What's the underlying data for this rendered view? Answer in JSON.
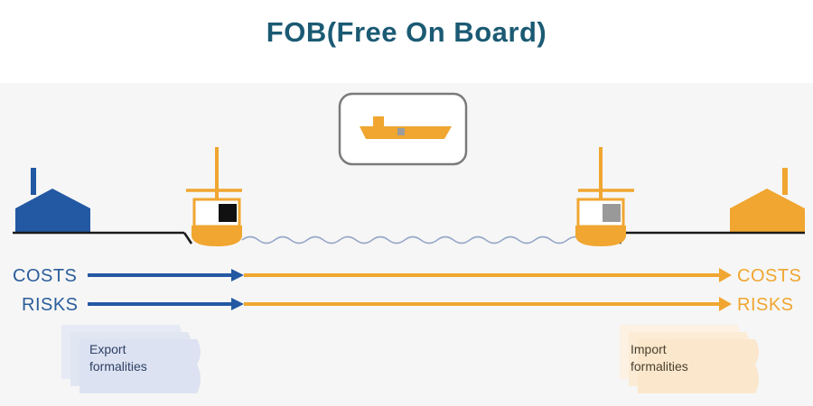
{
  "title": "FOB(Free On Board)",
  "flows": {
    "seller_costs_label": "COSTS",
    "seller_risks_label": "RISKS",
    "buyer_costs_label": "COSTS",
    "buyer_risks_label": "RISKS"
  },
  "documents": {
    "export_line1": "Export",
    "export_line2": "formalities",
    "import_line1": "Import",
    "import_line2": "formalities"
  },
  "colors": {
    "title": "#1b5a73",
    "seller_blue": "#2358a3",
    "buyer_orange": "#f0a630",
    "label_blue": "#2a5d9a",
    "label_orange": "#f0a630",
    "ground": "#1a1a1a",
    "water_line": "#98a8c8",
    "export_doc": "#e1e6f3",
    "import_doc": "#fcecd6"
  },
  "icons": {
    "seller_house": "factory-icon",
    "buyer_house": "factory-icon",
    "export_ship": "ship-icon",
    "import_ship": "ship-icon",
    "center_ship": "cargo-ship-icon"
  }
}
